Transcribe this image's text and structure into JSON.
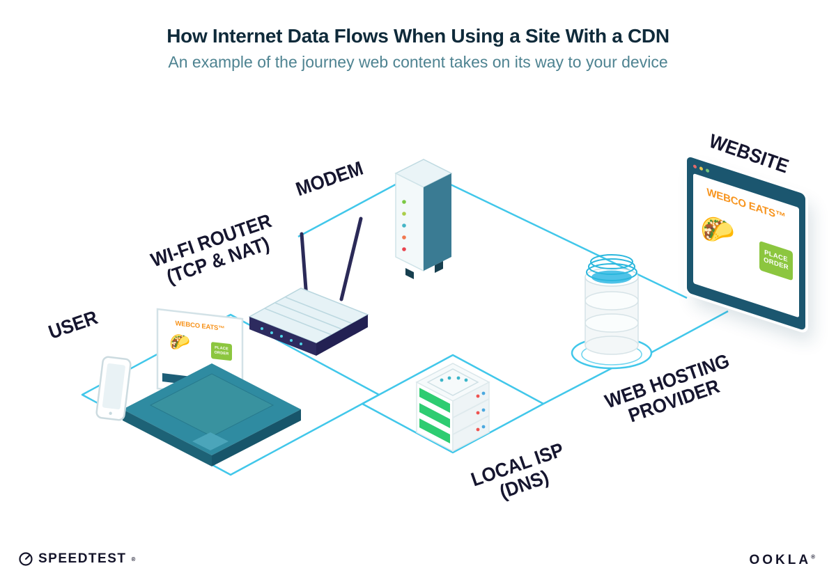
{
  "header": {
    "title": "How Internet Data Flows When Using a Site With a CDN",
    "subtitle": "An example of the journey web content takes on its way to your device"
  },
  "nodes": {
    "user": {
      "label": "USER"
    },
    "router": {
      "label": "WI-FI ROUTER",
      "sublabel": "(TCP & NAT)"
    },
    "modem": {
      "label": "MODEM"
    },
    "isp": {
      "label": "LOCAL ISP",
      "sublabel": "(DNS)"
    },
    "hosting": {
      "label": "WEB HOSTING",
      "sublabel": "PROVIDER"
    },
    "website": {
      "label": "WEBSITE"
    }
  },
  "flow": [
    "USER",
    "WI-FI ROUTER (TCP & NAT)",
    "MODEM",
    "LOCAL ISP (DNS)",
    "WEB HOSTING PROVIDER",
    "WEBSITE"
  ],
  "screens": {
    "laptop": {
      "site_name": "WEBCO EATS™",
      "taco_icon": "🌮",
      "cta_line1": "PLACE",
      "cta_line2": "ORDER"
    },
    "website": {
      "site_name": "WEBCO EATS™",
      "taco_icon": "🌮",
      "cta_line1": "PLACE",
      "cta_line2": "ORDER"
    }
  },
  "footer": {
    "speedtest_label": "SPEEDTEST",
    "speedtest_mark": "®",
    "ookla_label": "OOKLA",
    "ookla_mark": "®"
  },
  "colors": {
    "line_cyan": "#41c7ea",
    "teal_dark": "#1d5e77",
    "teal": "#2f8ba1",
    "navy_label": "#16162f",
    "orange": "#f7941e",
    "green": "#8cc63f",
    "subtitle": "#4e8391"
  }
}
